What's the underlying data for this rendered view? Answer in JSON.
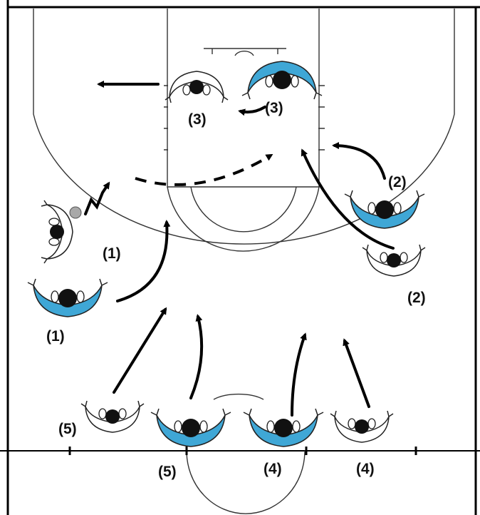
{
  "colors": {
    "offense_fill": "#ffffff",
    "defense_fill": "#3fa7d6",
    "player_head": "#111111",
    "ball": "#a8a8a8"
  },
  "players": [
    {
      "team": "offense",
      "label": "(1)",
      "has_ball": true
    },
    {
      "team": "defense",
      "label": "(1)"
    },
    {
      "team": "defense",
      "label": "(2)"
    },
    {
      "team": "offense",
      "label": "(2)"
    },
    {
      "team": "offense",
      "label": "(3)"
    },
    {
      "team": "defense",
      "label": "(3)"
    },
    {
      "team": "offense",
      "label": "(5)"
    },
    {
      "team": "defense",
      "label": "(5)"
    },
    {
      "team": "defense",
      "label": "(4)"
    },
    {
      "team": "offense",
      "label": "(4)"
    }
  ]
}
